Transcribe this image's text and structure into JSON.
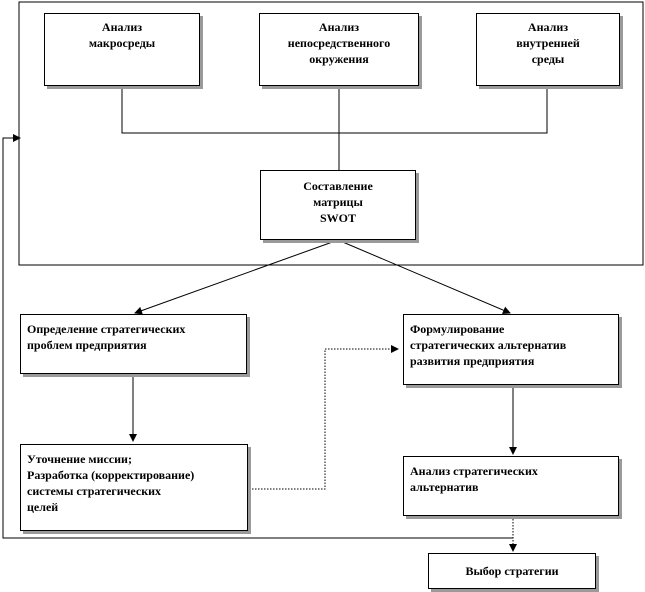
{
  "nodes": {
    "macro": "Анализ\nмакросреды",
    "immediate": "Анализ\nнепосредственного\nокружения",
    "internal": "Анализ\nвнутренней\nсреды",
    "swot": "Составление\nматрицы\nSWOT",
    "problems": "Определение стратегических\nпроблем предприятия",
    "alternatives": "Формулирование\nстратегических  альтернатив\nразвития предприятия",
    "mission": "Уточнение миссии;\nРазработка (корректирование)\nсистемы стратегических\nцелей",
    "analysis": "Анализ стратегических\nальтернатив",
    "choice": "Выбор стратегии"
  }
}
